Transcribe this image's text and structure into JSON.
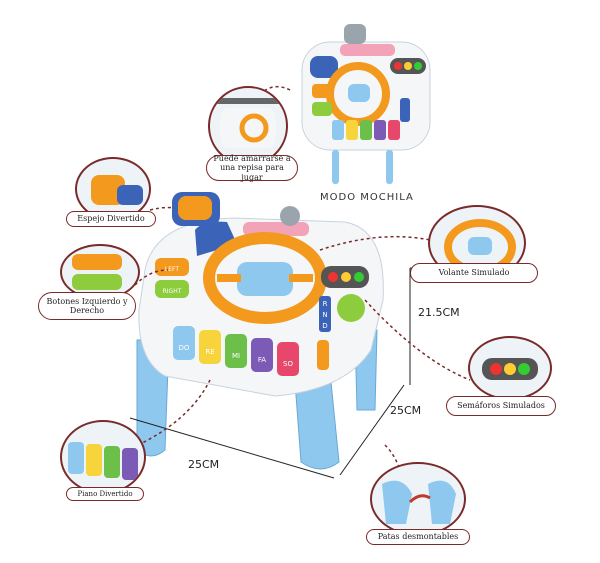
{
  "labels": {
    "backpack_tie": "Puede amarrarse a una repisa para jugar",
    "mirror": "Espejo Divertido",
    "buttons": "Botones Izquierdo y Derecho",
    "piano": "Piano Divertido",
    "wheel": "Volante Simulado",
    "lights": "Semáforos Simulados",
    "legs": "Patas desmontables"
  },
  "captions": {
    "backpack_mode": "MODO MOCHILA"
  },
  "dimensions": {
    "height": "21.5CM",
    "depth": "25CM",
    "width": "25CM"
  },
  "toy_buttons": {
    "left": "LEFT",
    "right": "RIGHT"
  },
  "piano_keys": [
    "DO",
    "RE",
    "MI",
    "FA",
    "SO"
  ],
  "side_letters": [
    "R",
    "N",
    "D"
  ],
  "colors": {
    "accent_border": "#7a2a2a",
    "toy_orange": "#f39a1e",
    "toy_blue": "#8ec8ee",
    "toy_white": "#f4f6f8"
  }
}
